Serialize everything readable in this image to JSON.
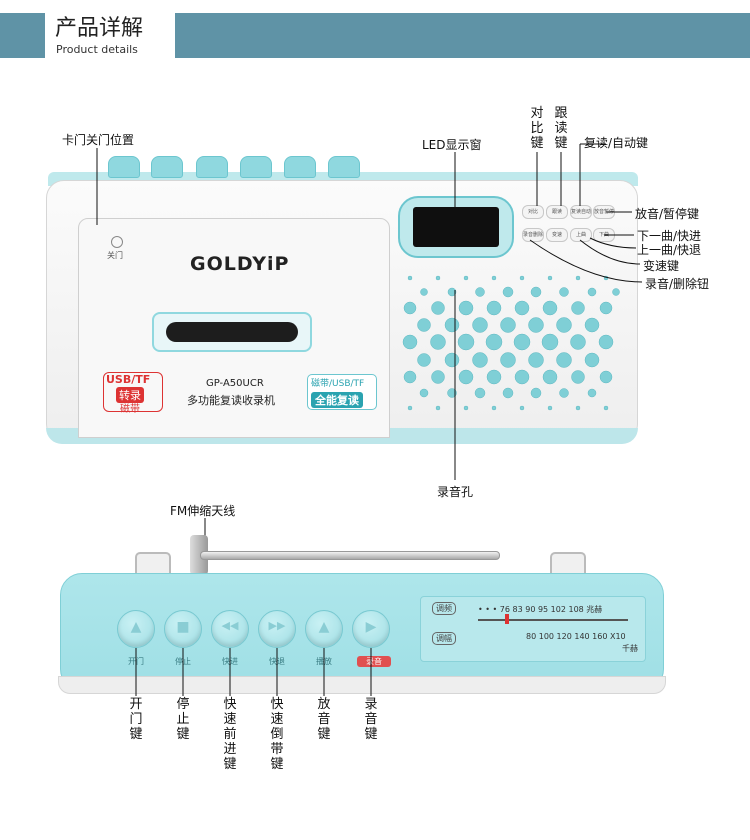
{
  "header": {
    "title": "产品详解",
    "subtitle": "Product details",
    "band_color": "#5f93a6"
  },
  "front": {
    "brand": "GOLDYiP",
    "model": "GP-A50UCR",
    "subtitle": "多功能复读收录机",
    "door_label": "关门",
    "usb_badge": {
      "line1": "USB/TF",
      "line2": "转录",
      "line3": "磁带"
    },
    "feature_badge": {
      "line1": "磁带/USB/TF",
      "line2": "全能复读"
    },
    "right_buttons": [
      "对比",
      "跟读",
      "复读自动",
      "放音暂停",
      "录音删除",
      "变速",
      "上曲",
      "下曲"
    ],
    "callouts": {
      "door_position": "卡门关门位置",
      "led_window": "LED显示窗",
      "compare_key": "对比键",
      "follow_key": "跟读键",
      "repeat_auto_key": "复读/自动键",
      "play_pause_key": "放音/暂停键",
      "next_key": "下一曲/快进",
      "prev_key": "上一曲/快退",
      "speed_key": "变速键",
      "record_delete_key": "录音/删除钮",
      "mic_hole": "录音孔"
    }
  },
  "top": {
    "antenna_label": "FM伸缩天线",
    "buttons": [
      {
        "label": "开门",
        "glyph": "▲",
        "callout": "开门键"
      },
      {
        "label": "停止",
        "glyph": "■",
        "callout": "停止键"
      },
      {
        "label": "快进",
        "glyph": "◀◀",
        "callout": "快速前进键"
      },
      {
        "label": "快退",
        "glyph": "▶▶",
        "callout": "快速倒带键"
      },
      {
        "label": "播放",
        "glyph": "▲",
        "callout": "放音键"
      },
      {
        "label": "录音",
        "glyph": "▶",
        "callout": "录音键"
      }
    ],
    "tuner": {
      "fm_tag": "调频",
      "am_tag": "调幅",
      "fm_scale": "• • • 76   83   90   95   102   108 兆赫",
      "am_scale": "80   100   120   140   160   X10",
      "am_unit": "千赫"
    }
  },
  "colors": {
    "accent": "#9fdfe5",
    "accent_dark": "#6cc6cf",
    "red": "#d33333"
  }
}
